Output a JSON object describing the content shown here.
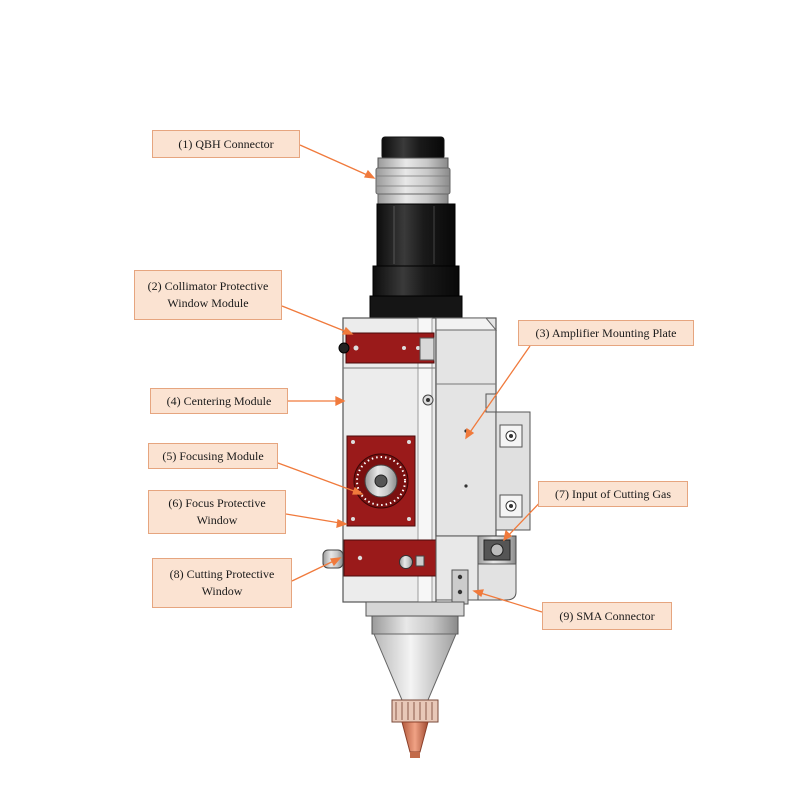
{
  "colors": {
    "label_fill": "#fbe3d2",
    "label_border": "#e6a57f",
    "leader_line": "#f07a3c",
    "body_gray": "#e6e6e6",
    "dark_tube": "#1c1c1c",
    "red_plate": "#9a1a1a",
    "nozzle_copper": "#e08a6a"
  },
  "labels": [
    {
      "id": "qbh",
      "lines": [
        "(1)  QBH Connector"
      ]
    },
    {
      "id": "collimator",
      "lines": [
        "(2) Collimator Protective",
        "Window Module"
      ]
    },
    {
      "id": "amplifier",
      "lines": [
        "(3) Amplifier Mounting Plate"
      ]
    },
    {
      "id": "centering",
      "lines": [
        "(4) Centering Module"
      ]
    },
    {
      "id": "focusing",
      "lines": [
        "(5) Focusing Module"
      ]
    },
    {
      "id": "focus-window",
      "lines": [
        "(6) Focus Protective",
        "Window"
      ]
    },
    {
      "id": "gas",
      "lines": [
        "(7) Input of Cutting Gas"
      ]
    },
    {
      "id": "cutting-window",
      "lines": [
        "(8) Cutting Protective",
        "Window"
      ]
    },
    {
      "id": "sma",
      "lines": [
        "(9) SMA Connector"
      ]
    }
  ]
}
